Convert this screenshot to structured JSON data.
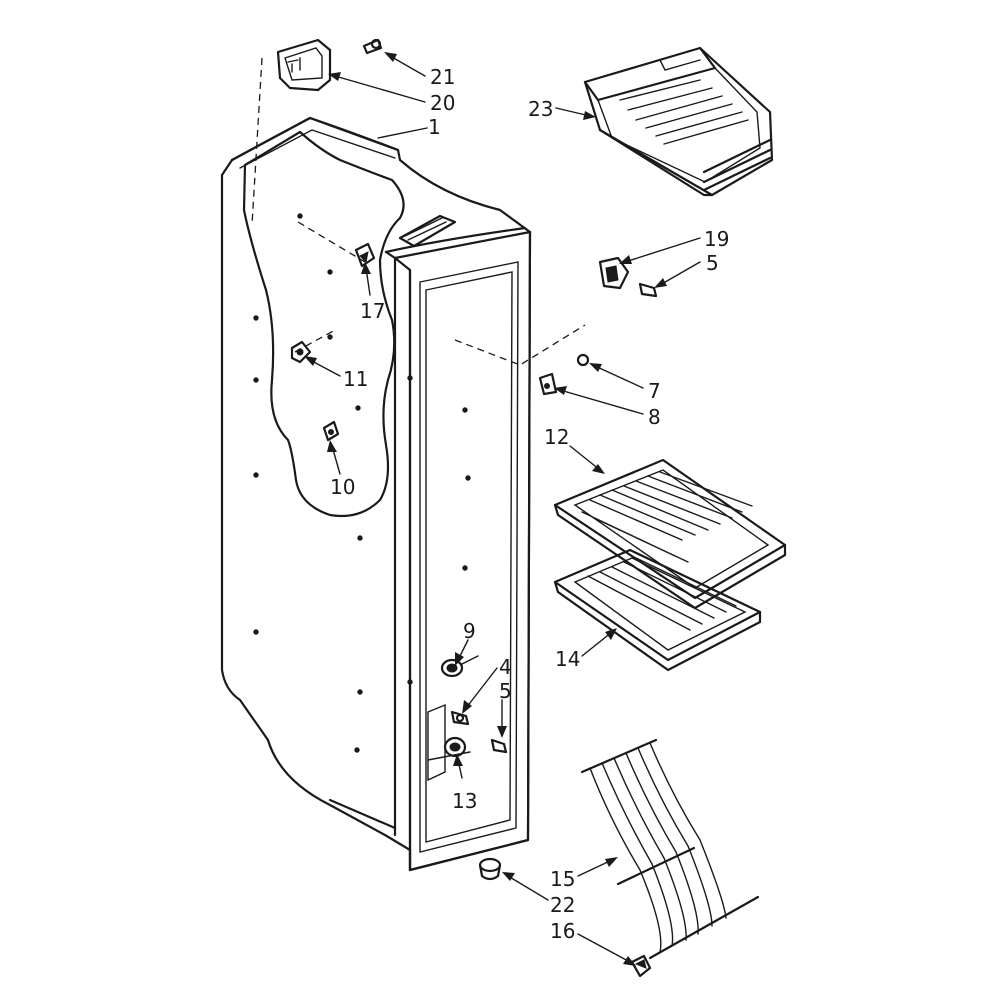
{
  "callouts": [
    {
      "id": "c1",
      "text": "1"
    },
    {
      "id": "c4",
      "text": "4"
    },
    {
      "id": "c5a",
      "text": "5"
    },
    {
      "id": "c5b",
      "text": "5"
    },
    {
      "id": "c7",
      "text": "7"
    },
    {
      "id": "c8",
      "text": "8"
    },
    {
      "id": "c9",
      "text": "9"
    },
    {
      "id": "c10",
      "text": "10"
    },
    {
      "id": "c11",
      "text": "11"
    },
    {
      "id": "c12",
      "text": "12"
    },
    {
      "id": "c13",
      "text": "13"
    },
    {
      "id": "c14",
      "text": "14"
    },
    {
      "id": "c15",
      "text": "15"
    },
    {
      "id": "c16",
      "text": "16"
    },
    {
      "id": "c17",
      "text": "17"
    },
    {
      "id": "c19",
      "text": "19"
    },
    {
      "id": "c20",
      "text": "20"
    },
    {
      "id": "c21",
      "text": "21"
    },
    {
      "id": "c22",
      "text": "22"
    },
    {
      "id": "c23",
      "text": "23"
    }
  ],
  "parts": [
    {
      "ref": "1",
      "icon": "freezer-liner-icon"
    },
    {
      "ref": "4",
      "icon": "clip-icon"
    },
    {
      "ref": "5",
      "icon": "screw-icon"
    },
    {
      "ref": "7",
      "icon": "nut-icon"
    },
    {
      "ref": "8",
      "icon": "bracket-icon"
    },
    {
      "ref": "9",
      "icon": "fastener-icon"
    },
    {
      "ref": "10",
      "icon": "shelf-support-icon"
    },
    {
      "ref": "11",
      "icon": "shelf-support-icon"
    },
    {
      "ref": "12",
      "icon": "shelf-icon"
    },
    {
      "ref": "13",
      "icon": "fastener-icon"
    },
    {
      "ref": "14",
      "icon": "shelf-icon"
    },
    {
      "ref": "15",
      "icon": "wire-basket-icon"
    },
    {
      "ref": "16",
      "icon": "basket-stop-icon"
    },
    {
      "ref": "17",
      "icon": "shelf-support-icon"
    },
    {
      "ref": "19",
      "icon": "bracket-icon"
    },
    {
      "ref": "20",
      "icon": "bracket-icon"
    },
    {
      "ref": "21",
      "icon": "screw-icon"
    },
    {
      "ref": "22",
      "icon": "plug-icon"
    },
    {
      "ref": "23",
      "icon": "ice-bin-icon"
    }
  ]
}
